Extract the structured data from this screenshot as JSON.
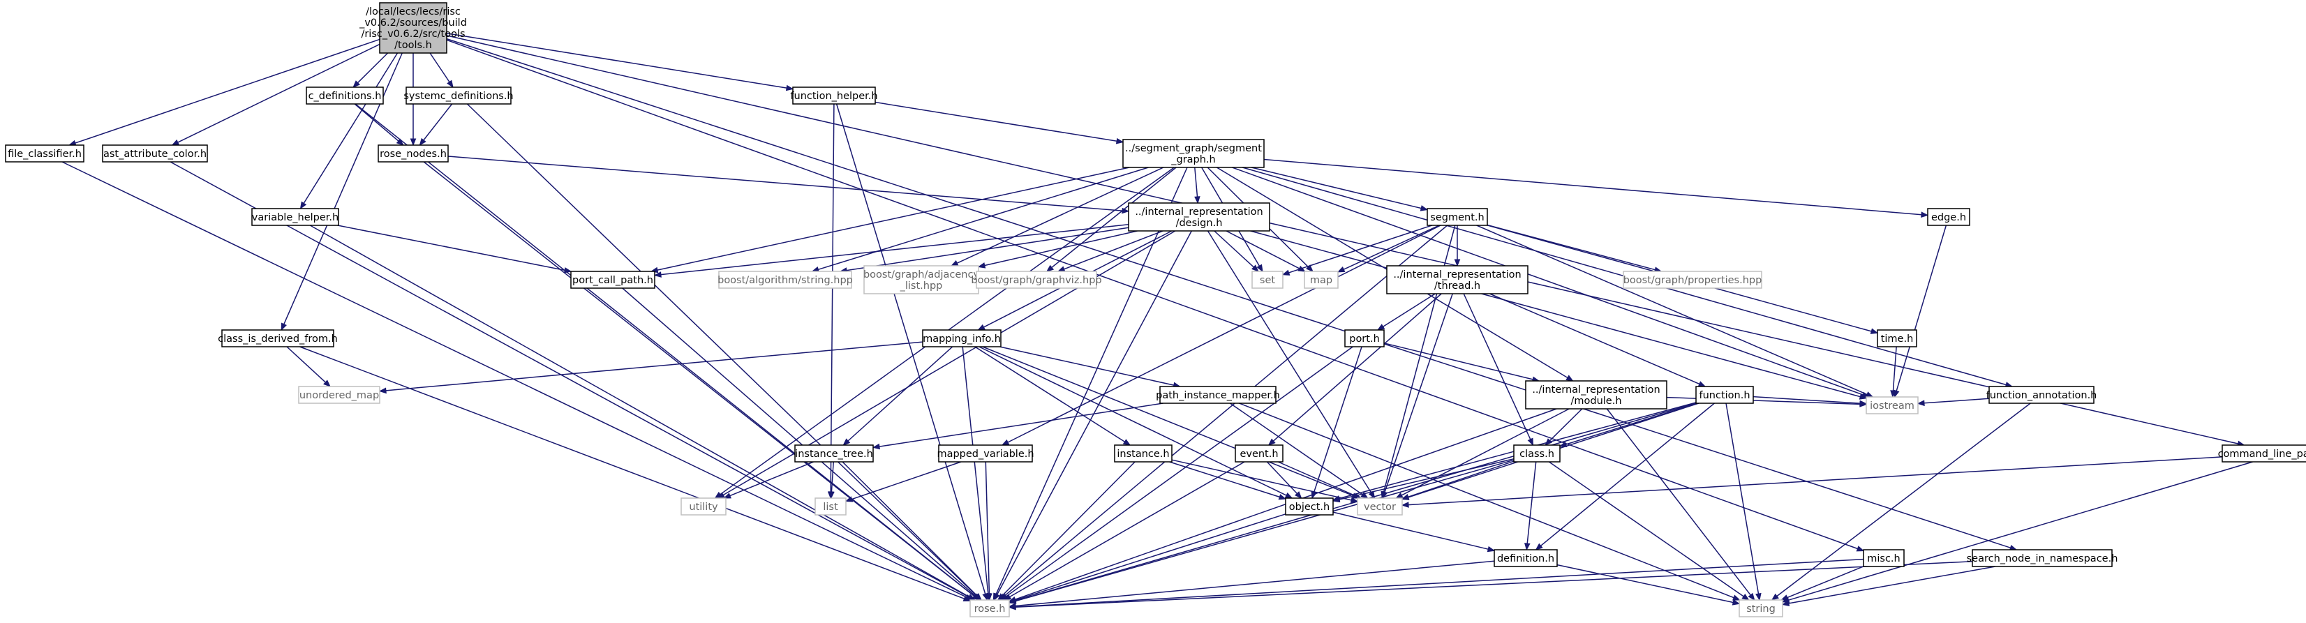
{
  "colors": {
    "edge": "#191970",
    "root_fill": "#bfbfbf",
    "project_border": "#000000",
    "external_border": "#bfbfbf",
    "external_text": "#666666"
  },
  "nodes": [
    {
      "id": "tools",
      "kind": "root",
      "lines": [
        "/local/lecs/lecs/risc",
        "_v0.6.2/sources/build",
        "/risc_v0.6.2/src/tools",
        "/tools.h"
      ]
    },
    {
      "id": "file_classifier",
      "kind": "proj",
      "lines": [
        "file_classifier.h"
      ]
    },
    {
      "id": "ast_attribute_color",
      "kind": "proj",
      "lines": [
        "ast_attribute_color.h"
      ]
    },
    {
      "id": "c_definitions",
      "kind": "proj",
      "lines": [
        "c_definitions.h"
      ]
    },
    {
      "id": "systemc_definitions",
      "kind": "proj",
      "lines": [
        "systemc_definitions.h"
      ]
    },
    {
      "id": "rose_nodes",
      "kind": "proj",
      "lines": [
        "rose_nodes.h"
      ]
    },
    {
      "id": "function_helper",
      "kind": "proj",
      "lines": [
        "function_helper.h"
      ]
    },
    {
      "id": "segment_graph",
      "kind": "proj",
      "lines": [
        "../segment_graph/segment",
        "_graph.h"
      ]
    },
    {
      "id": "variable_helper",
      "kind": "proj",
      "lines": [
        "variable_helper.h"
      ]
    },
    {
      "id": "design",
      "kind": "proj",
      "lines": [
        "../internal_representation",
        "/design.h"
      ]
    },
    {
      "id": "port_call_path",
      "kind": "proj",
      "lines": [
        "port_call_path.h"
      ]
    },
    {
      "id": "boost_string",
      "kind": "ext",
      "lines": [
        "boost/algorithm/string.hpp"
      ]
    },
    {
      "id": "boost_adjacency",
      "kind": "ext",
      "lines": [
        "boost/graph/adjacency",
        "_list.hpp"
      ]
    },
    {
      "id": "boost_graphviz",
      "kind": "ext",
      "lines": [
        "boost/graph/graphviz.hpp"
      ]
    },
    {
      "id": "set",
      "kind": "ext",
      "lines": [
        "set"
      ]
    },
    {
      "id": "map",
      "kind": "ext",
      "lines": [
        "map"
      ]
    },
    {
      "id": "segment",
      "kind": "proj",
      "lines": [
        "segment.h"
      ]
    },
    {
      "id": "edge",
      "kind": "proj",
      "lines": [
        "edge.h"
      ]
    },
    {
      "id": "boost_properties",
      "kind": "ext",
      "lines": [
        "boost/graph/properties.hpp"
      ]
    },
    {
      "id": "thread",
      "kind": "proj",
      "lines": [
        "../internal_representation",
        "/thread.h"
      ]
    },
    {
      "id": "time",
      "kind": "proj",
      "lines": [
        "time.h"
      ]
    },
    {
      "id": "class_is_derived_from",
      "kind": "proj",
      "lines": [
        "class_is_derived_from.h"
      ]
    },
    {
      "id": "unordered_map",
      "kind": "ext",
      "lines": [
        "unordered_map"
      ]
    },
    {
      "id": "mapping_info",
      "kind": "proj",
      "lines": [
        "mapping_info.h"
      ]
    },
    {
      "id": "port",
      "kind": "proj",
      "lines": [
        "port.h"
      ]
    },
    {
      "id": "path_instance_mapper",
      "kind": "proj",
      "lines": [
        "path_instance_mapper.h"
      ]
    },
    {
      "id": "module",
      "kind": "proj",
      "lines": [
        "../internal_representation",
        "/module.h"
      ]
    },
    {
      "id": "function",
      "kind": "proj",
      "lines": [
        "function.h"
      ]
    },
    {
      "id": "function_annotation",
      "kind": "proj",
      "lines": [
        "function_annotation.h"
      ]
    },
    {
      "id": "iostream",
      "kind": "ext",
      "lines": [
        "iostream"
      ]
    },
    {
      "id": "instance_tree",
      "kind": "proj",
      "lines": [
        "instance_tree.h"
      ]
    },
    {
      "id": "mapped_variable",
      "kind": "proj",
      "lines": [
        "mapped_variable.h"
      ]
    },
    {
      "id": "instance",
      "kind": "proj",
      "lines": [
        "instance.h"
      ]
    },
    {
      "id": "event",
      "kind": "proj",
      "lines": [
        "event.h"
      ]
    },
    {
      "id": "class",
      "kind": "proj",
      "lines": [
        "class.h"
      ]
    },
    {
      "id": "command_line_parsing",
      "kind": "proj",
      "lines": [
        "command_line_parsing.h"
      ]
    },
    {
      "id": "utility",
      "kind": "ext",
      "lines": [
        "utility"
      ]
    },
    {
      "id": "list",
      "kind": "ext",
      "lines": [
        "list"
      ]
    },
    {
      "id": "object",
      "kind": "proj",
      "lines": [
        "object.h"
      ]
    },
    {
      "id": "vector",
      "kind": "ext",
      "lines": [
        "vector"
      ]
    },
    {
      "id": "definition",
      "kind": "proj",
      "lines": [
        "definition.h"
      ]
    },
    {
      "id": "misc",
      "kind": "proj",
      "lines": [
        "misc.h"
      ]
    },
    {
      "id": "search_node_in_namespace",
      "kind": "proj",
      "lines": [
        "search_node_in_namespace.h"
      ]
    },
    {
      "id": "rose",
      "kind": "ext",
      "lines": [
        "rose.h"
      ]
    },
    {
      "id": "string",
      "kind": "ext",
      "lines": [
        "string"
      ]
    }
  ],
  "edges": [
    [
      "tools",
      "file_classifier"
    ],
    [
      "tools",
      "ast_attribute_color"
    ],
    [
      "tools",
      "c_definitions"
    ],
    [
      "tools",
      "systemc_definitions"
    ],
    [
      "tools",
      "rose_nodes"
    ],
    [
      "tools",
      "function_helper"
    ],
    [
      "tools",
      "variable_helper"
    ],
    [
      "tools",
      "class_is_derived_from"
    ],
    [
      "tools",
      "command_line_parsing"
    ],
    [
      "tools",
      "misc"
    ],
    [
      "tools",
      "search_node_in_namespace"
    ],
    [
      "file_classifier",
      "rose"
    ],
    [
      "ast_attribute_color",
      "rose"
    ],
    [
      "c_definitions",
      "rose_nodes"
    ],
    [
      "c_definitions",
      "rose"
    ],
    [
      "systemc_definitions",
      "rose_nodes"
    ],
    [
      "systemc_definitions",
      "rose"
    ],
    [
      "rose_nodes",
      "rose"
    ],
    [
      "rose_nodes",
      "design"
    ],
    [
      "function_helper",
      "segment_graph"
    ],
    [
      "function_helper",
      "list"
    ],
    [
      "function_helper",
      "rose"
    ],
    [
      "variable_helper",
      "port_call_path"
    ],
    [
      "variable_helper",
      "rose"
    ],
    [
      "class_is_derived_from",
      "unordered_map"
    ],
    [
      "class_is_derived_from",
      "rose"
    ],
    [
      "command_line_parsing",
      "vector"
    ],
    [
      "command_line_parsing",
      "string"
    ],
    [
      "misc",
      "rose"
    ],
    [
      "misc",
      "string"
    ],
    [
      "search_node_in_namespace",
      "rose"
    ],
    [
      "search_node_in_namespace",
      "string"
    ],
    [
      "segment_graph",
      "design"
    ],
    [
      "segment_graph",
      "port_call_path"
    ],
    [
      "segment_graph",
      "boost_string"
    ],
    [
      "segment_graph",
      "boost_adjacency"
    ],
    [
      "segment_graph",
      "boost_graphviz"
    ],
    [
      "segment_graph",
      "set"
    ],
    [
      "segment_graph",
      "map"
    ],
    [
      "segment_graph",
      "segment"
    ],
    [
      "segment_graph",
      "edge"
    ],
    [
      "segment_graph",
      "function_annotation"
    ],
    [
      "segment_graph",
      "module"
    ],
    [
      "segment_graph",
      "iostream"
    ],
    [
      "segment_graph",
      "utility"
    ],
    [
      "segment_graph",
      "rose"
    ],
    [
      "design",
      "port_call_path"
    ],
    [
      "design",
      "boost_string"
    ],
    [
      "design",
      "boost_adjacency"
    ],
    [
      "design",
      "boost_graphviz"
    ],
    [
      "design",
      "set"
    ],
    [
      "design",
      "map"
    ],
    [
      "design",
      "mapping_info"
    ],
    [
      "design",
      "utility"
    ],
    [
      "design",
      "vector"
    ],
    [
      "design",
      "iostream"
    ],
    [
      "design",
      "rose"
    ],
    [
      "port_call_path",
      "rose"
    ],
    [
      "segment",
      "set"
    ],
    [
      "segment",
      "map"
    ],
    [
      "segment",
      "boost_properties"
    ],
    [
      "segment",
      "thread"
    ],
    [
      "segment",
      "time"
    ],
    [
      "segment",
      "mapped_variable"
    ],
    [
      "segment",
      "iostream"
    ],
    [
      "segment",
      "vector"
    ],
    [
      "segment",
      "rose"
    ],
    [
      "edge",
      "iostream"
    ],
    [
      "thread",
      "port"
    ],
    [
      "thread",
      "function"
    ],
    [
      "thread",
      "event"
    ],
    [
      "thread",
      "class"
    ],
    [
      "thread",
      "vector"
    ],
    [
      "time",
      "iostream"
    ],
    [
      "mapping_info",
      "unordered_map"
    ],
    [
      "mapping_info",
      "path_instance_mapper"
    ],
    [
      "mapping_info",
      "instance_tree"
    ],
    [
      "mapping_info",
      "instance"
    ],
    [
      "mapping_info",
      "object"
    ],
    [
      "mapping_info",
      "vector"
    ],
    [
      "mapping_info",
      "rose"
    ],
    [
      "port",
      "module"
    ],
    [
      "port",
      "object"
    ],
    [
      "port",
      "rose"
    ],
    [
      "path_instance_mapper",
      "instance_tree"
    ],
    [
      "path_instance_mapper",
      "vector"
    ],
    [
      "path_instance_mapper",
      "string"
    ],
    [
      "module",
      "class"
    ],
    [
      "module",
      "iostream"
    ],
    [
      "module",
      "vector"
    ],
    [
      "module",
      "string"
    ],
    [
      "module",
      "rose"
    ],
    [
      "function",
      "class"
    ],
    [
      "function",
      "iostream"
    ],
    [
      "function",
      "definition"
    ],
    [
      "function",
      "object"
    ],
    [
      "function",
      "vector"
    ],
    [
      "function",
      "string"
    ],
    [
      "function",
      "rose"
    ],
    [
      "function_annotation",
      "iostream"
    ],
    [
      "function_annotation",
      "string"
    ],
    [
      "instance_tree",
      "utility"
    ],
    [
      "instance_tree",
      "list"
    ],
    [
      "instance_tree",
      "rose"
    ],
    [
      "mapped_variable",
      "list"
    ],
    [
      "mapped_variable",
      "rose"
    ],
    [
      "instance",
      "object"
    ],
    [
      "instance",
      "vector"
    ],
    [
      "instance",
      "rose"
    ],
    [
      "event",
      "object"
    ],
    [
      "event",
      "vector"
    ],
    [
      "event",
      "rose"
    ],
    [
      "class",
      "object"
    ],
    [
      "class",
      "vector"
    ],
    [
      "class",
      "definition"
    ],
    [
      "class",
      "string"
    ],
    [
      "class",
      "rose"
    ],
    [
      "object",
      "definition"
    ],
    [
      "object",
      "rose"
    ],
    [
      "definition",
      "string"
    ],
    [
      "definition",
      "rose"
    ]
  ]
}
